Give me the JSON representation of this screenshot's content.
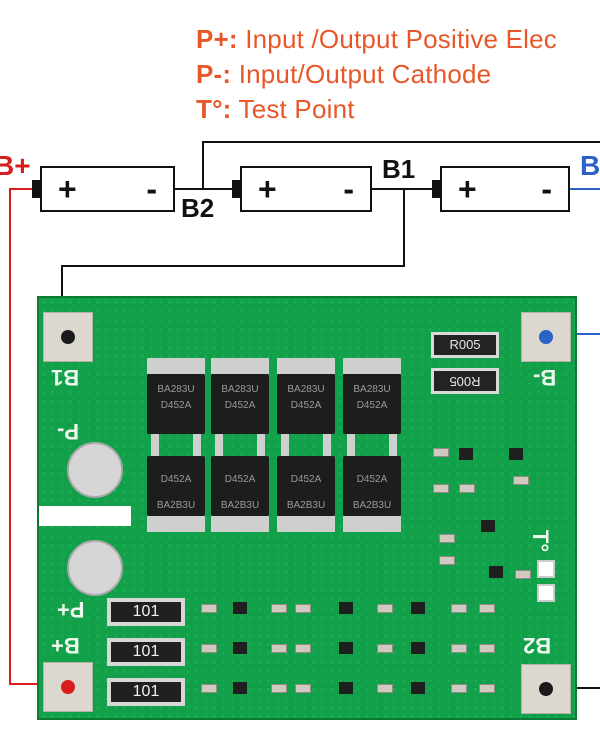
{
  "legend": {
    "p_plus": {
      "key": "P+:",
      "text": " Input /Output Positive Elec"
    },
    "p_minus": {
      "key": "P-:",
      "text": " Input/Output Cathode"
    },
    "test": {
      "key": "T°:",
      "text": " Test Point"
    }
  },
  "battery_cells": {
    "plus_symbol": "+",
    "minus_symbol": "-"
  },
  "nodes": {
    "b_plus": "B+",
    "b_minus": "B",
    "b1": "B1",
    "b2": "B2"
  },
  "pcb": {
    "silkscreen": {
      "b1": "B1",
      "b_minus": "B-",
      "p_minus": "P-",
      "p_plus": "P+",
      "b_plus": "B+",
      "b2": "B2",
      "t": "T°"
    },
    "shunts": [
      "R005",
      "R005"
    ],
    "resistors": [
      "101",
      "101",
      "101"
    ],
    "mosfet_top_labels": [
      {
        "line1": "BA283U",
        "line2": "D452A"
      },
      {
        "line1": "BA283U",
        "line2": "D452A"
      },
      {
        "line1": "BA283U",
        "line2": "D452A"
      },
      {
        "line1": "BA283U",
        "line2": "D452A"
      }
    ],
    "mosfet_bottom_labels": [
      {
        "line1": "D452A",
        "line2": "BA2B3U"
      },
      {
        "line1": "D452A",
        "line2": "BA2B3U"
      },
      {
        "line1": "D452A",
        "line2": "BA2B3U"
      },
      {
        "line1": "D452A",
        "line2": "BA2B3U"
      }
    ]
  },
  "colors": {
    "legend": "#e8572a",
    "b_plus_wire": "#d91c1c",
    "b_minus_wire": "#2a63c4",
    "pcb_green": "#13a04a"
  }
}
